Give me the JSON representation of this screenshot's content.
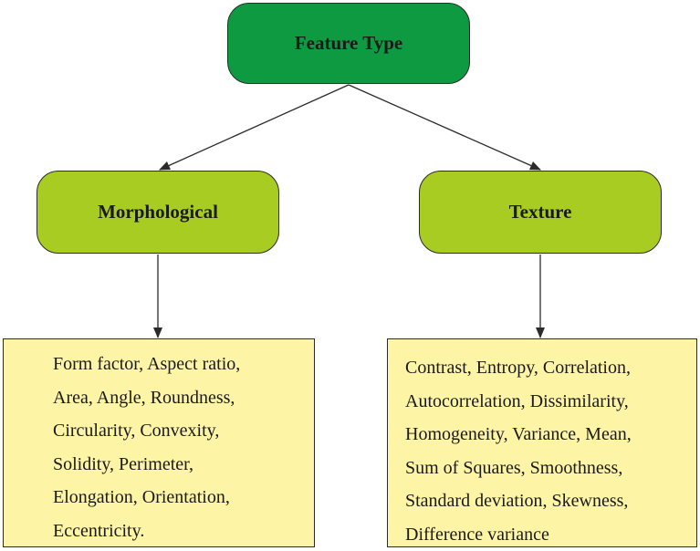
{
  "root": {
    "label": "Feature Type"
  },
  "categories": [
    {
      "label": "Morphological",
      "features": [
        "Form factor, Aspect ratio,",
        "Area, Angle, Roundness,",
        "Circularity, Convexity,",
        "Solidity, Perimeter,",
        "Elongation, Orientation,",
        "Eccentricity."
      ]
    },
    {
      "label": "Texture",
      "features": [
        "Contrast, Entropy, Correlation,",
        "Autocorrelation, Dissimilarity,",
        "Homogeneity, Variance, Mean,",
        "Sum of Squares, Smoothness,",
        "Standard deviation, Skewness,",
        "Difference variance"
      ]
    }
  ],
  "colors": {
    "root_fill": "#0d9a41",
    "category_fill": "#a9cc22",
    "list_fill": "#fdf4a6",
    "stroke": "#2b2b2b"
  }
}
